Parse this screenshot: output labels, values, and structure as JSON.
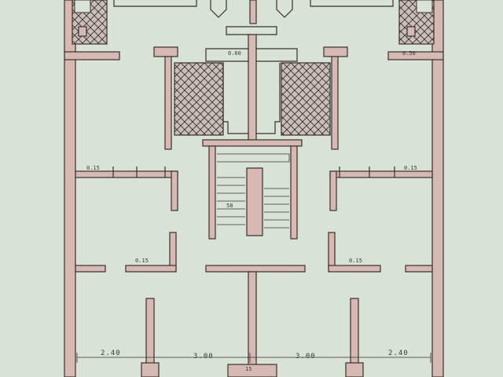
{
  "dimensions": {
    "left_room_width": "2.40",
    "center_left_width": "3.00",
    "center_right_width": "3.00",
    "right_room_width": "2.40",
    "lower_mid": "15"
  },
  "wall_notes": {
    "top_center": "0.60",
    "top_right": "0.50",
    "mid_left": "0.15",
    "mid_right": "0.15",
    "low_left": "0.15",
    "low_right": "0.15"
  },
  "stair_mark": "58",
  "colors": {
    "paper": "#d9e2d6",
    "wall_fill": "#d7b9b3",
    "ink": "#3a3030"
  }
}
